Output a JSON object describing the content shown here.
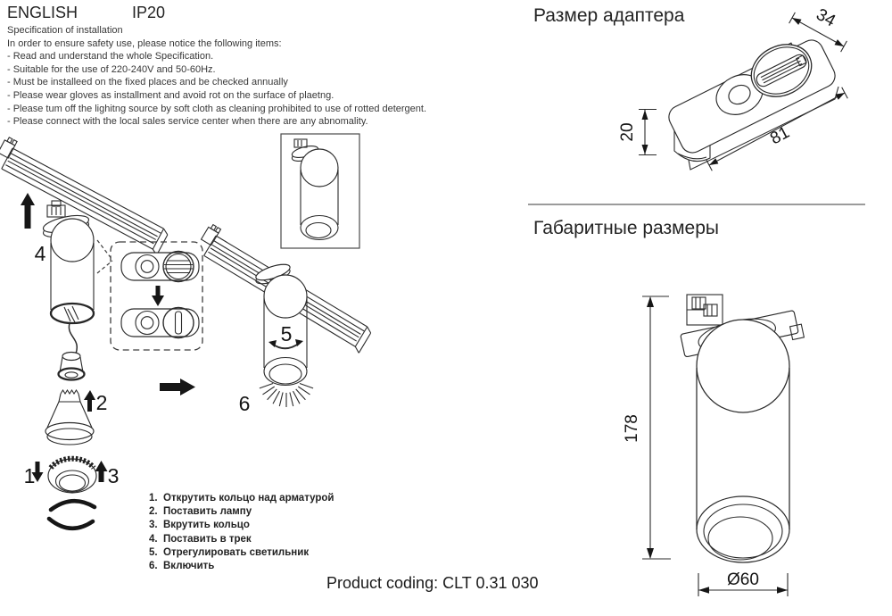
{
  "header": {
    "language": "ENGLISH",
    "ip_rating": "IP20"
  },
  "spec": {
    "title": "Specification of installation",
    "intro": "In order to ensure safety use, please notice the following items:",
    "items": [
      "- Read and understand the whole Specification.",
      "- Suitable for the use of 220-240V and 50-60Hz.",
      "- Must be installeed on the fixed places and be checked annually",
      "- Please wear gloves as installment and avoid rot on the surface of plaetng.",
      "- Please tum off the lighitng source by soft cloth as cleaning prohibited to use of rotted detergent.",
      "- Please connect with the local sales service center when there are any abnomality."
    ]
  },
  "steps": {
    "s1": "1",
    "s2": "2",
    "s3": "3",
    "s4": "4",
    "s5": "5",
    "s6": "6"
  },
  "adapter_figure": {
    "title": "Размер адаптера",
    "width_mm": "34",
    "height_mm": "20",
    "length_mm": "81"
  },
  "overall_figure": {
    "title": "Габаритные размеры",
    "height_mm": "178",
    "diameter_mm": "Ø60"
  },
  "instructions": {
    "items": [
      {
        "num": "1.",
        "text": "Открутить кольцо над арматурой"
      },
      {
        "num": "2.",
        "text": "Поставить лампу"
      },
      {
        "num": "3.",
        "text": "Вкрутить кольцо"
      },
      {
        "num": "4.",
        "text": "Поставить в трек"
      },
      {
        "num": "5.",
        "text": "Отрегулировать светильник"
      },
      {
        "num": "6.",
        "text": "Включить"
      }
    ]
  },
  "footer": {
    "label": "Product coding:",
    "code": "CLT 0.31 030"
  }
}
